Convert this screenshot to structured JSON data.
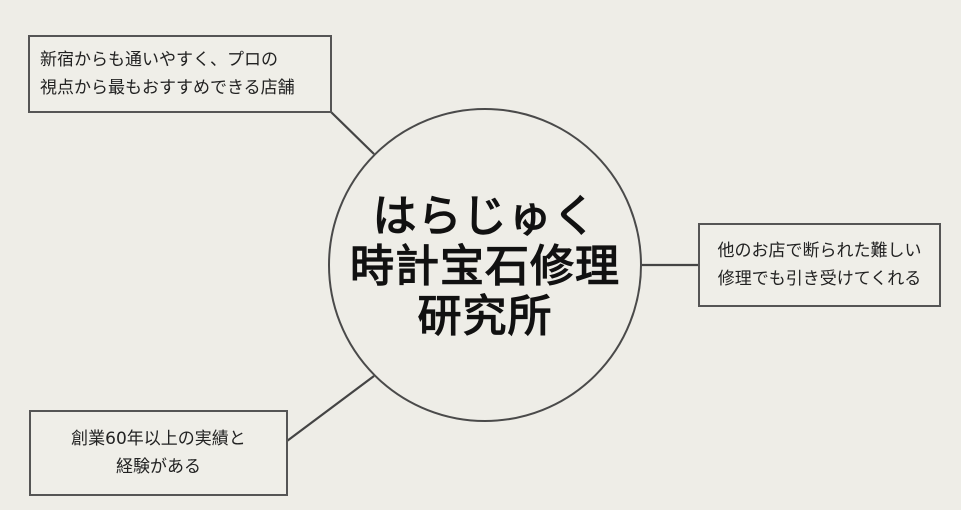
{
  "background_color": "#eeede7",
  "center": {
    "title_lines": [
      "はらじゅく",
      "時計宝石修理",
      "研究所"
    ]
  },
  "nodes": {
    "top_left": {
      "lines": [
        "新宿からも通いやすく、プロの",
        "視点から最もおすすめできる店舗"
      ]
    },
    "right": {
      "lines": [
        "他のお店で断られた難しい",
        "修理でも引き受けてくれる"
      ]
    },
    "bottom_left": {
      "lines": [
        "創業60年以上の実績と",
        "経験がある"
      ]
    }
  }
}
